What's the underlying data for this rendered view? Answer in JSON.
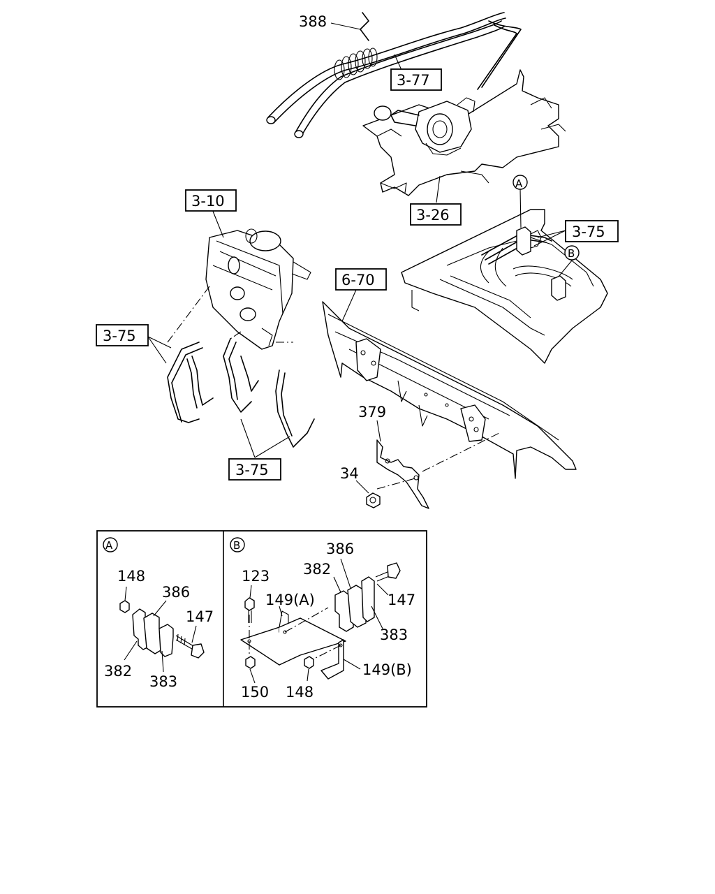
{
  "callouts": {
    "c388": "388",
    "c3_77": "3-77",
    "c3_26": "3-26",
    "c3_10": "3-10",
    "c3_75_right": "3-75",
    "c6_70": "6-70",
    "c3_75_left": "3-75",
    "c3_75_bottom": "3-75",
    "c379": "379",
    "c34": "34",
    "markA": "A",
    "markB": "B"
  },
  "detail_a": {
    "mark": "A",
    "labels": [
      "148",
      "386",
      "147",
      "382",
      "383"
    ]
  },
  "detail_b": {
    "mark": "B",
    "labels": [
      "123",
      "149(A)",
      "150",
      "148",
      "386",
      "382",
      "147",
      "383",
      "149(B)"
    ]
  }
}
